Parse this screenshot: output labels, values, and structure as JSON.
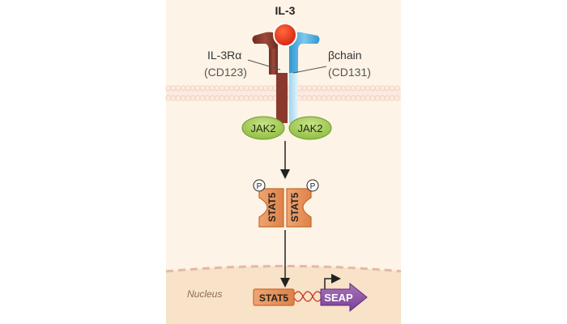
{
  "ligand": {
    "label": "IL-3",
    "color": "#e8341c"
  },
  "receptor_alpha": {
    "name": "IL-3Rα",
    "alias": "(CD123)",
    "color": "#8a3a2c"
  },
  "receptor_beta": {
    "name": "βchain",
    "alias": "(CD131)",
    "color": "#3fa9dc"
  },
  "kinases": [
    {
      "label": "JAK2"
    },
    {
      "label": "JAK2"
    }
  ],
  "stat_dimer": {
    "monomers": [
      {
        "label": "STAT5"
      },
      {
        "label": "STAT5"
      }
    ],
    "phospho": [
      {
        "label": "P"
      },
      {
        "label": "P"
      }
    ],
    "color": "#e9935a"
  },
  "nucleus": {
    "label": "Nucleus",
    "binding_site": {
      "label": "STAT5"
    },
    "reporter": {
      "label": "SEAP",
      "color": "#8b4fa3"
    }
  },
  "colors": {
    "cytoplasm": "#fdf1e2",
    "nucleus_bg": "#f9e3c9",
    "membrane": "#f2d4c4",
    "jak_fill": "#a7cc5a",
    "arrow": "#222222"
  }
}
